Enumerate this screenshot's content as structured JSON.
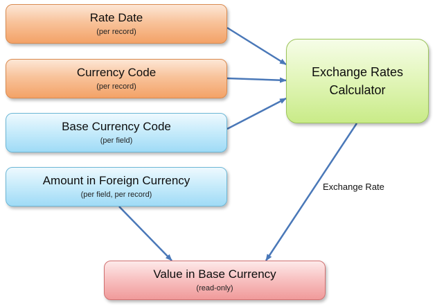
{
  "nodes": {
    "rate_date": {
      "title": "Rate Date",
      "subtitle": "(per record)"
    },
    "currency_code": {
      "title": "Currency Code",
      "subtitle": "(per record)"
    },
    "base_currency_code": {
      "title": "Base Currency Code",
      "subtitle": "(per field)"
    },
    "amount_foreign": {
      "title": "Amount in Foreign Currency",
      "subtitle": "(per field, per record)"
    },
    "calculator": {
      "title_line1": "Exchange Rates",
      "title_line2": "Calculator"
    },
    "value_base": {
      "title": "Value in Base Currency",
      "subtitle": "(read-only)"
    }
  },
  "edges": [
    {
      "from": "rate_date",
      "to": "calculator",
      "label": ""
    },
    {
      "from": "currency_code",
      "to": "calculator",
      "label": ""
    },
    {
      "from": "base_currency_code",
      "to": "calculator",
      "label": ""
    },
    {
      "from": "calculator",
      "to": "value_base",
      "label": "Exchange Rate"
    },
    {
      "from": "amount_foreign",
      "to": "value_base",
      "label": ""
    }
  ],
  "colors": {
    "input_record": "#f8c39b",
    "input_field": "#c9ecfb",
    "calculator": "#e3f6bc",
    "output": "#f8c3c3",
    "arrow": "#4a78b8"
  },
  "icons": [
    "arrow-head"
  ]
}
